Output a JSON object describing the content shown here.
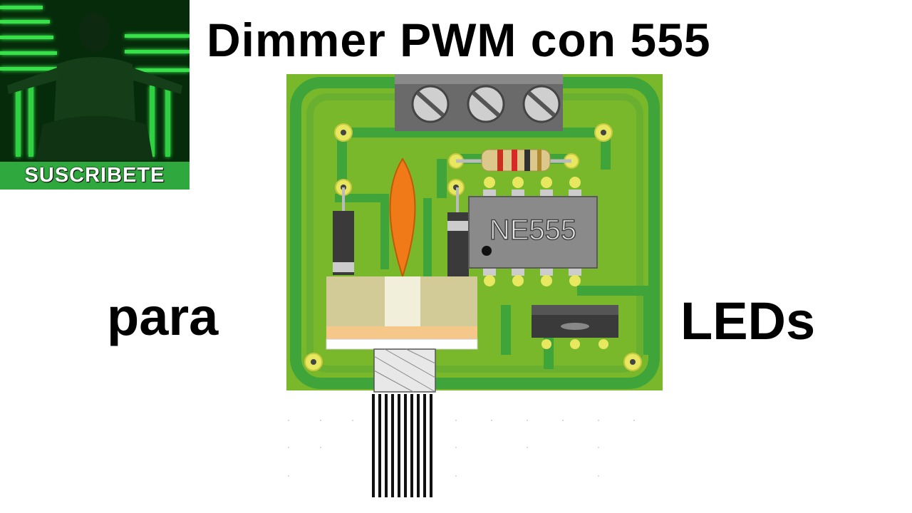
{
  "title": "Dimmer PWM con 555",
  "left_word": "para",
  "right_word": "LEDs",
  "thumbnail": {
    "badge_label": "SUSCRIBETE"
  },
  "board": {
    "ic_label": "NE555",
    "colors": {
      "pcb": "#78b82a",
      "pcb_trace": "#3fa43a",
      "pad": "#e8e860",
      "ic_body": "#8a8a8a",
      "led": "#f07a18"
    }
  }
}
